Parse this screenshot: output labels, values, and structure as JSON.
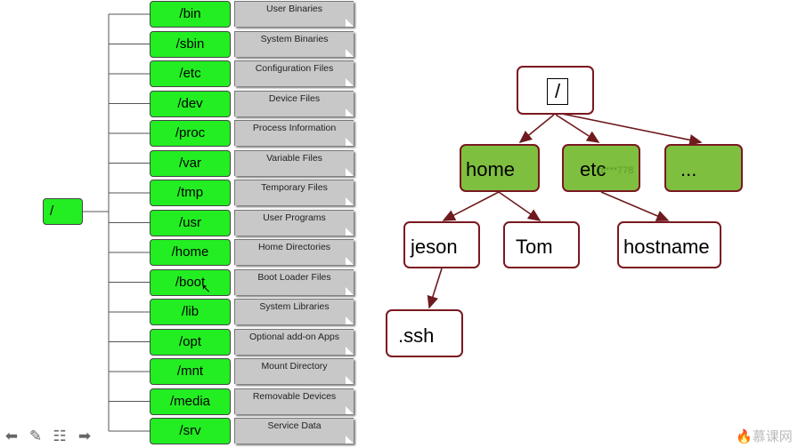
{
  "left_tree": {
    "root": "/",
    "dirs": [
      {
        "name": "/bin",
        "desc": "User Binaries"
      },
      {
        "name": "/sbin",
        "desc": "System Binaries"
      },
      {
        "name": "/etc",
        "desc": "Configuration Files"
      },
      {
        "name": "/dev",
        "desc": "Device Files"
      },
      {
        "name": "/proc",
        "desc": "Process Information"
      },
      {
        "name": "/var",
        "desc": "Variable Files"
      },
      {
        "name": "/tmp",
        "desc": "Temporary Files"
      },
      {
        "name": "/usr",
        "desc": "User Programs"
      },
      {
        "name": "/home",
        "desc": "Home Directories"
      },
      {
        "name": "/boot",
        "desc": "Boot Loader Files"
      },
      {
        "name": "/lib",
        "desc": "System Libraries"
      },
      {
        "name": "/opt",
        "desc": "Optional add-on Apps"
      },
      {
        "name": "/mnt",
        "desc": "Mount Directory"
      },
      {
        "name": "/media",
        "desc": "Removable Devices"
      },
      {
        "name": "/srv",
        "desc": "Service Data"
      }
    ]
  },
  "right_tree": {
    "root": "/",
    "home": "home",
    "etc": "etc",
    "more": "...",
    "jeson": "jeson",
    "tom": "Tom",
    "hostname": "hostname",
    "ssh": ".ssh",
    "watermark": "@***778"
  },
  "colors": {
    "dir_green": "#22ee22",
    "node_green": "#7fbf3f",
    "node_border": "#7a1820",
    "desc_gray": "#c8c8c8"
  },
  "toolbar": {
    "icons": [
      "back-arrow-icon",
      "pen-icon",
      "notes-icon",
      "forward-arrow-icon"
    ]
  },
  "logo": {
    "text": "慕课网"
  }
}
